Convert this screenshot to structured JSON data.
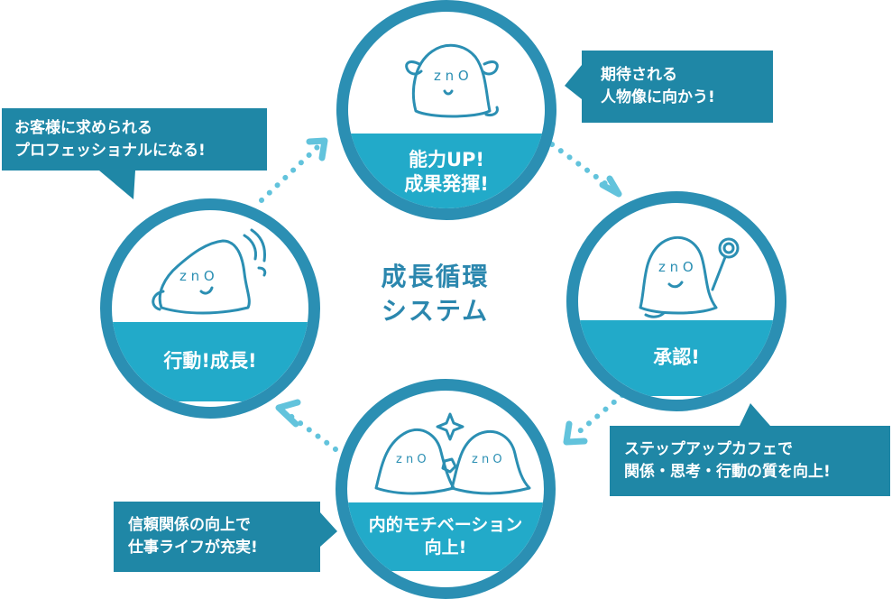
{
  "colors": {
    "ring": "#2b8fb3",
    "band": "#22aac9",
    "bubble": "#1f87a6",
    "dots": "#62c3dc",
    "center_text": "#2b87ae",
    "ghost_line": "#2b8fb3"
  },
  "center": {
    "line1": "成長循環",
    "line2": "システム"
  },
  "stages": {
    "top": {
      "line1": "能力UP!",
      "line2": "成果発揮!",
      "icon": "ghost-flexing-icon"
    },
    "right": {
      "line1": "承認!",
      "icon": "ghost-lollipop-icon"
    },
    "bottom": {
      "line1": "内的モチベーション",
      "line2": "向上!",
      "icon": "ghost-pair-icon"
    },
    "left": {
      "line1": "行動!成長!",
      "icon": "ghost-running-icon"
    }
  },
  "bubbles": {
    "top_left": {
      "line1": "お客様に求められる",
      "line2": "プロフェッショナルになる!"
    },
    "top_right": {
      "line1": "期待される",
      "line2": "人物像に向かう!"
    },
    "right": {
      "line1": "ステップアップカフェで",
      "line2": "関係・思考・行動の質を向上!"
    },
    "bottom_left": {
      "line1": "信頼関係の向上で",
      "line2": "仕事ライフが充実!"
    }
  },
  "arrows": [
    "arrow-top-to-right",
    "arrow-right-to-bottom",
    "arrow-bottom-to-left",
    "arrow-left-to-top"
  ]
}
